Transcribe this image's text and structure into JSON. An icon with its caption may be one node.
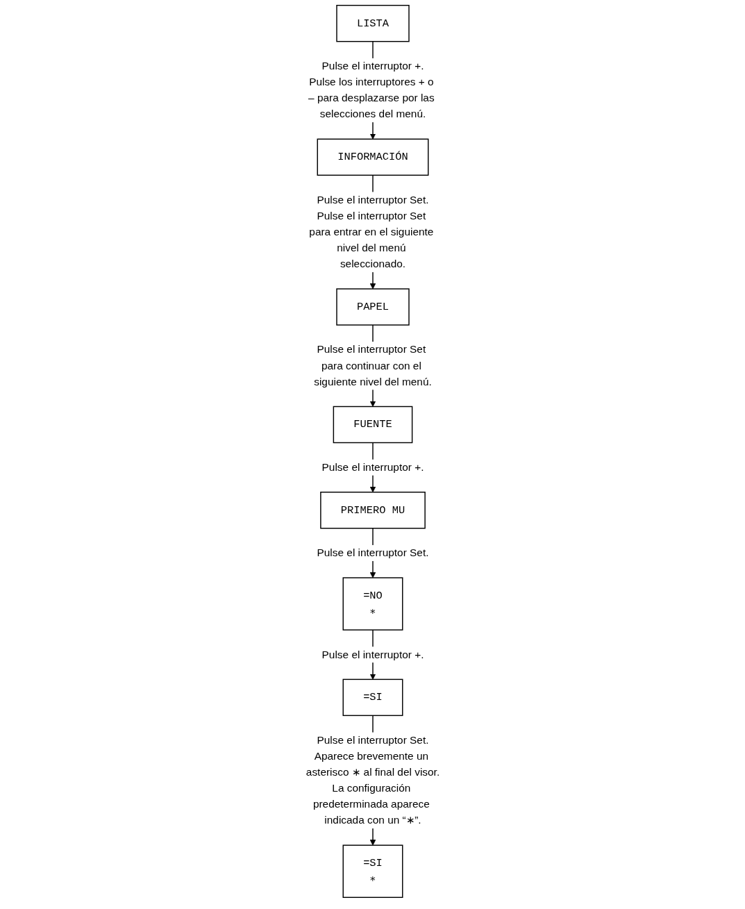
{
  "diagram": {
    "nodes": [
      {
        "text": [
          "LISTA"
        ]
      },
      {
        "text": [
          "INFORMACIÓN"
        ]
      },
      {
        "text": [
          "PAPEL"
        ]
      },
      {
        "text": [
          "FUENTE"
        ]
      },
      {
        "text": [
          "PRIMERO MU"
        ]
      },
      {
        "text": [
          "=NO",
          "∗"
        ]
      },
      {
        "text": [
          "=SI"
        ]
      },
      {
        "text": [
          "=SI",
          "∗"
        ]
      }
    ],
    "edges": [
      {
        "from": 0,
        "to": 1,
        "arrow": "to",
        "label": "Pulse el interruptor +. Pulse los interruptores + o – para desplazarse por las selecciones del menú."
      },
      {
        "from": 1,
        "to": 2,
        "arrow": "to",
        "label": "Pulse el interruptor Set. Pulse el interruptor Set para entrar en el siguiente nivel del menú seleccionado."
      },
      {
        "from": 2,
        "to": 3,
        "arrow": "to",
        "label": "Pulse el interruptor Set para continuar con el siguiente nivel del menú."
      },
      {
        "from": 3,
        "to": 4,
        "arrow": "to",
        "label": "Pulse el interruptor +."
      },
      {
        "from": 4,
        "to": 5,
        "arrow": "to",
        "label": "Pulse el interruptor Set."
      },
      {
        "from": 5,
        "to": 6,
        "arrow": "to",
        "label": "Pulse el interruptor +."
      },
      {
        "from": 6,
        "to": 7,
        "arrow": "to",
        "label": "Pulse el interruptor Set. Aparece brevemente un asterisco ∗ al final del visor. La configuración predeterminada aparece indicada con un “∗”."
      }
    ]
  }
}
